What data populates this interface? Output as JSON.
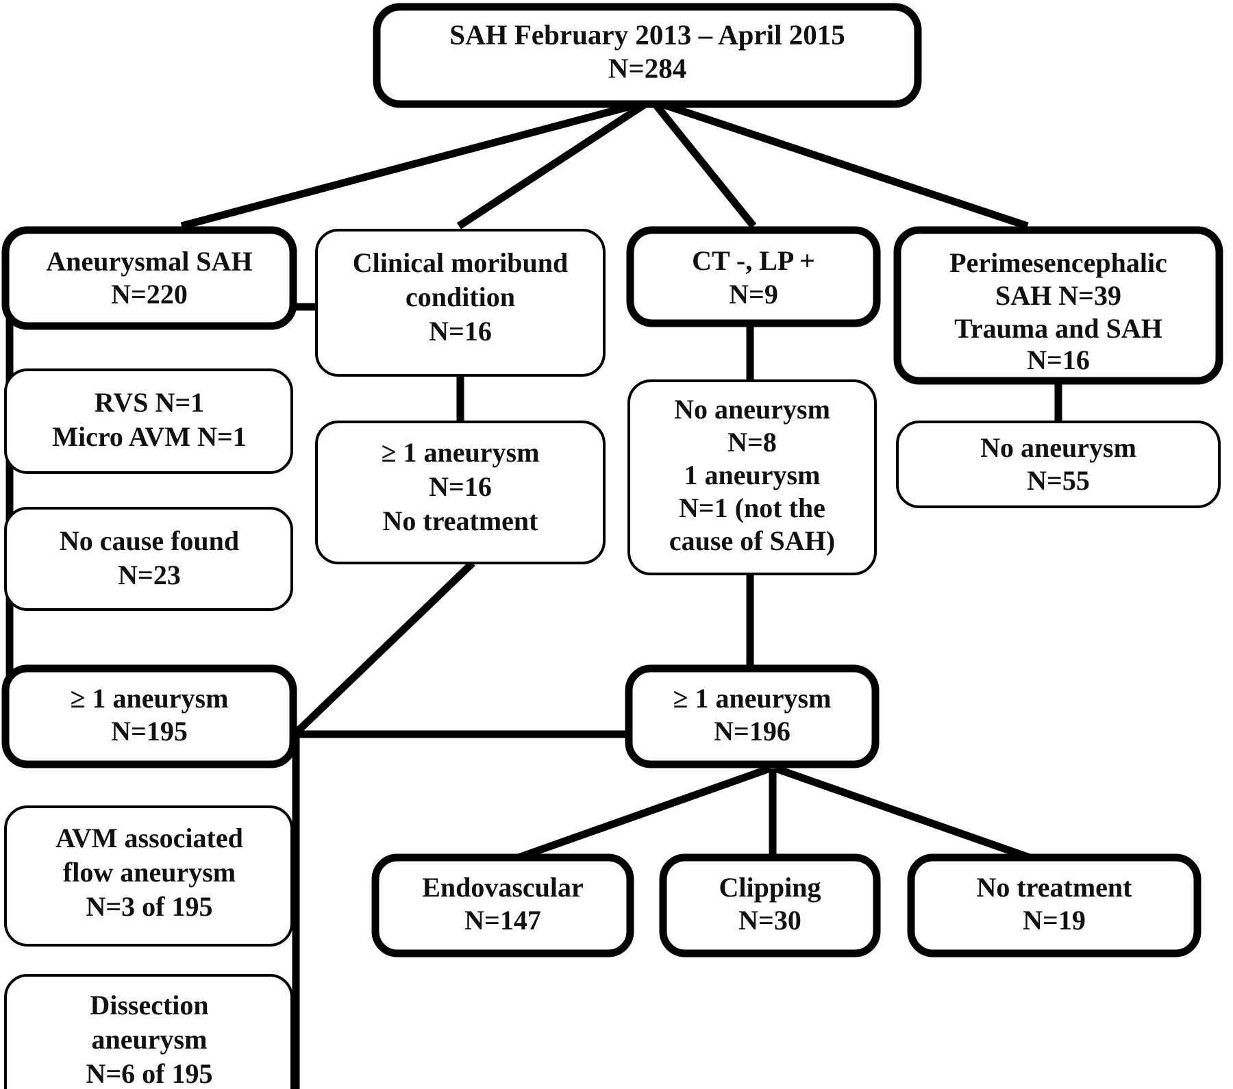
{
  "figure": {
    "type": "flowchart",
    "title": "SAH patient inclusion and treatment flow diagram",
    "colors": {
      "background": "#ffffff",
      "stroke": "#000000",
      "text": "#111111"
    }
  },
  "nodes": {
    "root": {
      "id": "root",
      "lines": [
        "SAH February 2013 – April 2015",
        "N=284"
      ],
      "border": "thick"
    },
    "aneurysmal_sah": {
      "id": "aneurysmal-sah",
      "lines": [
        "Aneurysmal SAH",
        "N=220"
      ],
      "border": "thick"
    },
    "clinical_moribund": {
      "id": "clinical-moribund",
      "lines": [
        "Clinical moribund",
        "condition",
        "N=16"
      ],
      "border": "thin"
    },
    "ct_lp": {
      "id": "ct-lp",
      "lines": [
        "CT -, LP +",
        "N=9"
      ],
      "border": "thick"
    },
    "perimesencephalic": {
      "id": "perimesencephalic",
      "lines": [
        "Perimesencephalic",
        "SAH N=39",
        "Trauma and SAH",
        "N=16"
      ],
      "border": "thick"
    },
    "rvs_microavm": {
      "id": "rvs-micro-avm",
      "lines": [
        "RVS N=1",
        "Micro AVM N=1"
      ],
      "border": "thin"
    },
    "moribund_aneurysm": {
      "id": "moribund-aneurysm",
      "lines": [
        "≥ 1 aneurysm",
        "N=16",
        "No treatment"
      ],
      "border": "thin"
    },
    "ct_lp_no_aneurysm": {
      "id": "ct-lp-no-aneurysm",
      "lines": [
        "No aneurysm",
        "N=8",
        "1 aneurysm",
        "N=1 (not the",
        "cause of SAH)"
      ],
      "border": "thin"
    },
    "perimeso_no_aneurysm": {
      "id": "perimeso-no-aneurysm",
      "lines": [
        "No aneurysm",
        "N=55"
      ],
      "border": "thin"
    },
    "no_cause_found": {
      "id": "no-cause-found",
      "lines": [
        "No cause found",
        "N=23"
      ],
      "border": "thin"
    },
    "aneurysm_195": {
      "id": "aneurysm-195",
      "lines": [
        "≥ 1 aneurysm",
        "N=195"
      ],
      "border": "thick"
    },
    "aneurysm_196": {
      "id": "aneurysm-196",
      "lines": [
        "≥ 1 aneurysm",
        "N=196"
      ],
      "border": "thick"
    },
    "avm_flow_aneurysm": {
      "id": "avm-flow-aneurysm",
      "lines": [
        "AVM associated",
        "flow aneurysm",
        "N=3 of 195"
      ],
      "border": "thin"
    },
    "dissection_aneurysm": {
      "id": "dissection-aneurysm",
      "lines": [
        "Dissection",
        "aneurysm",
        "N=6 of 195"
      ],
      "border": "thin"
    },
    "endovascular": {
      "id": "endovascular",
      "lines": [
        "Endovascular",
        "N=147"
      ],
      "border": "thick"
    },
    "clipping": {
      "id": "clipping",
      "lines": [
        "Clipping",
        "N=30"
      ],
      "border": "thick"
    },
    "no_treatment": {
      "id": "no-treatment",
      "lines": [
        "No treatment",
        "N=19"
      ],
      "border": "thick"
    }
  },
  "counts": {
    "total_sah": 284,
    "aneurysmal_sah": 220,
    "clinical_moribund": 16,
    "ct_negative_lp_positive": 9,
    "perimesencephalic_sah": 39,
    "trauma_and_sah": 16,
    "rvs": 1,
    "micro_avm": 1,
    "moribund_with_aneurysm": 16,
    "ct_lp_no_aneurysm": 8,
    "ct_lp_one_aneurysm_not_cause": 1,
    "perimeso_no_aneurysm": 55,
    "no_cause_found": 23,
    "aneurysm_195": 195,
    "aneurysm_196": 196,
    "avm_associated_flow_aneurysm": 3,
    "dissection_aneurysm": 6,
    "endovascular": 147,
    "clipping": 30,
    "no_treatment": 19
  }
}
